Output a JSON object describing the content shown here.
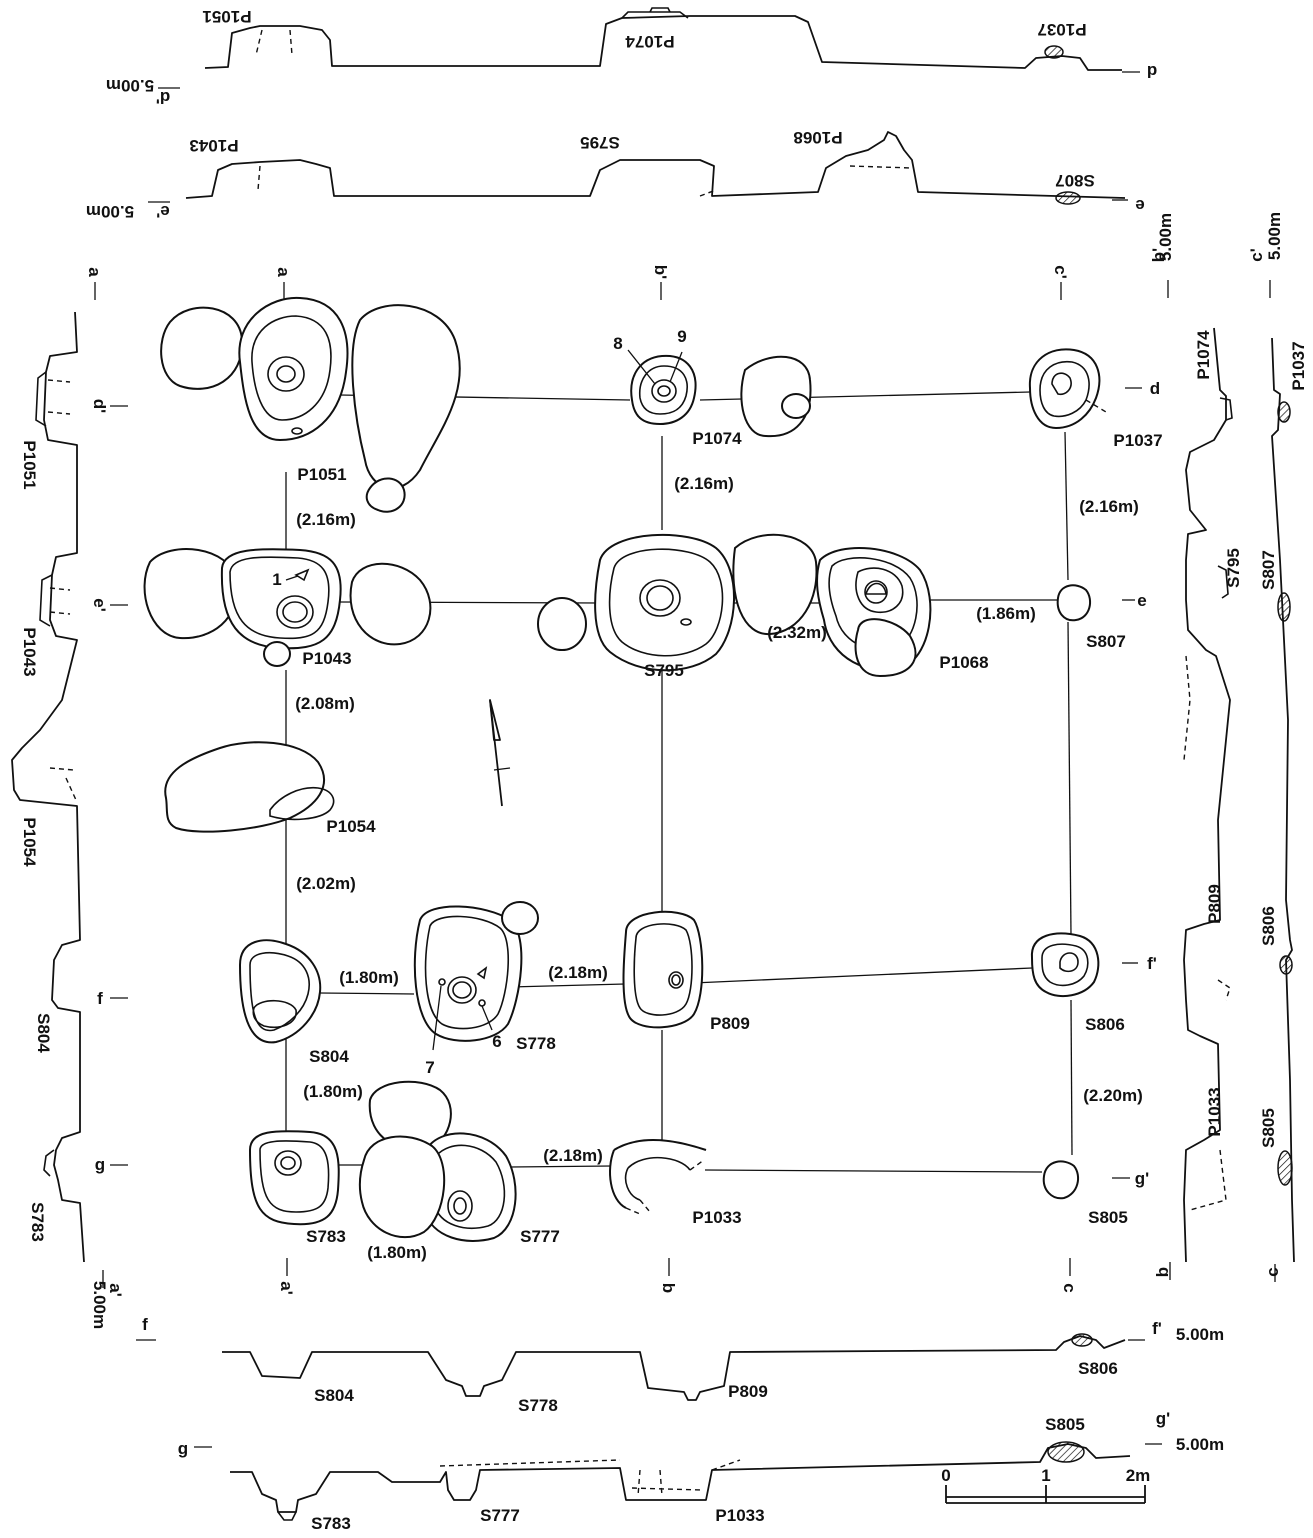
{
  "features": {
    "p1051": "P1051",
    "p1074": "P1074",
    "p1037": "P1037",
    "p1043": "P1043",
    "s795": "S795",
    "p1068": "P1068",
    "s807": "S807",
    "p1054": "P1054",
    "s804": "S804",
    "s778": "S778",
    "p809": "P809",
    "s806": "S806",
    "s783": "S783",
    "s777": "S777",
    "p1033": "P1033",
    "s805": "S805"
  },
  "gridlines": {
    "a": "a",
    "a_prime": "a'",
    "b": "b",
    "b_prime": "b'",
    "c": "c",
    "c_prime": "c'",
    "d": "d",
    "d_prime": "d'",
    "e": "e",
    "e_prime": "e'",
    "f": "f",
    "f_prime": "f'",
    "g": "g",
    "g_prime": "g'"
  },
  "elevation": "5.00m",
  "spans": {
    "a_d_e": "(2.16m)",
    "a_e_p1054": "(2.08m)",
    "a_p1054_f": "(2.02m)",
    "a_f_g": "(1.80m)",
    "b_d_e": "(2.16m)",
    "c_d_e": "(2.16m)",
    "c_f_g": "(2.20m)",
    "e_s795_p1068": "(2.32m)",
    "e_p1068_s807": "(1.86m)",
    "f_s804_s778": "(1.80m)",
    "f_s778_p809": "(2.18m)",
    "g_s783_s777": "(1.80m)",
    "g_s777_p1033": "(2.18m)"
  },
  "post_numbers": {
    "n1": "1",
    "n6": "6",
    "n7": "7",
    "n8": "8",
    "n9": "9"
  },
  "scale_bar": {
    "t0": "0",
    "t1": "1",
    "t2": "2m"
  }
}
